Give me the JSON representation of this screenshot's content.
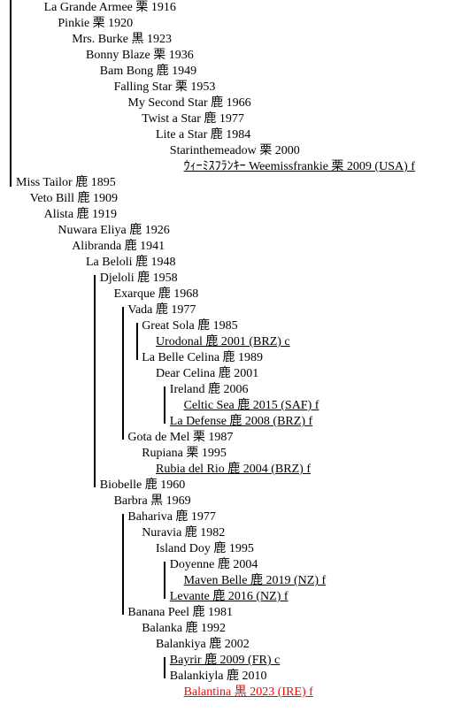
{
  "colors": {
    "text": "#000000",
    "highlight": "#ff0000"
  },
  "lines": [
    "La Grande Armee 栗 1916",
    "Pinkie 栗 1920",
    "Mrs. Burke 黒 1923",
    "Bonny Blaze 栗 1936",
    "Bam Bong 鹿 1949",
    "Falling Star 栗 1953",
    "My Second Star 鹿 1966",
    "Twist a Star 鹿 1977",
    "Lite a Star 鹿 1984",
    "Starinthemeadow 栗 2000",
    "ｳｨｰﾐｽﾌﾗﾝｷｰ Weemissfrankie 栗 2009 (USA) f",
    "Miss Tailor 鹿 1895",
    "Veto Bill 鹿 1909",
    "Alista 鹿 1919",
    "Nuwara Eliya 鹿 1926",
    "Alibranda 鹿 1941",
    "La Beloli 鹿 1948",
    "Djeloli 鹿 1958",
    "Exarque 鹿 1968",
    "Vada 鹿 1977",
    "Great Sola 鹿 1985",
    "Urodonal 鹿 2001 (BRZ) c",
    "La Belle Celina 鹿 1989",
    "Dear Celina 鹿 2001",
    "Ireland 鹿 2006",
    "Celtic Sea 鹿 2015 (SAF) f",
    "La Defense 鹿 2008 (BRZ) f",
    "Gota de Mel 栗 1987",
    "Rupiana 栗 1995",
    "Rubia del Rio 鹿 2004 (BRZ) f",
    "Biobelle 鹿 1960",
    "Barbra 黒 1969",
    "Bahariva 鹿 1977",
    "Nuravia 鹿 1982",
    "Island Doy 鹿 1995",
    "Doyenne 鹿 2004",
    "Maven Belle 鹿 2019 (NZ) f",
    "Levante 鹿 2016 (NZ) f",
    "Banana Peel 鹿 1981",
    "Balanka 鹿 1992",
    "Balankiya 鹿 2002",
    "Bayrir 鹿 2009 (FR) c",
    "Balankiyla 鹿 2010",
    "Balantina 黒 2023 (IRE) f"
  ]
}
